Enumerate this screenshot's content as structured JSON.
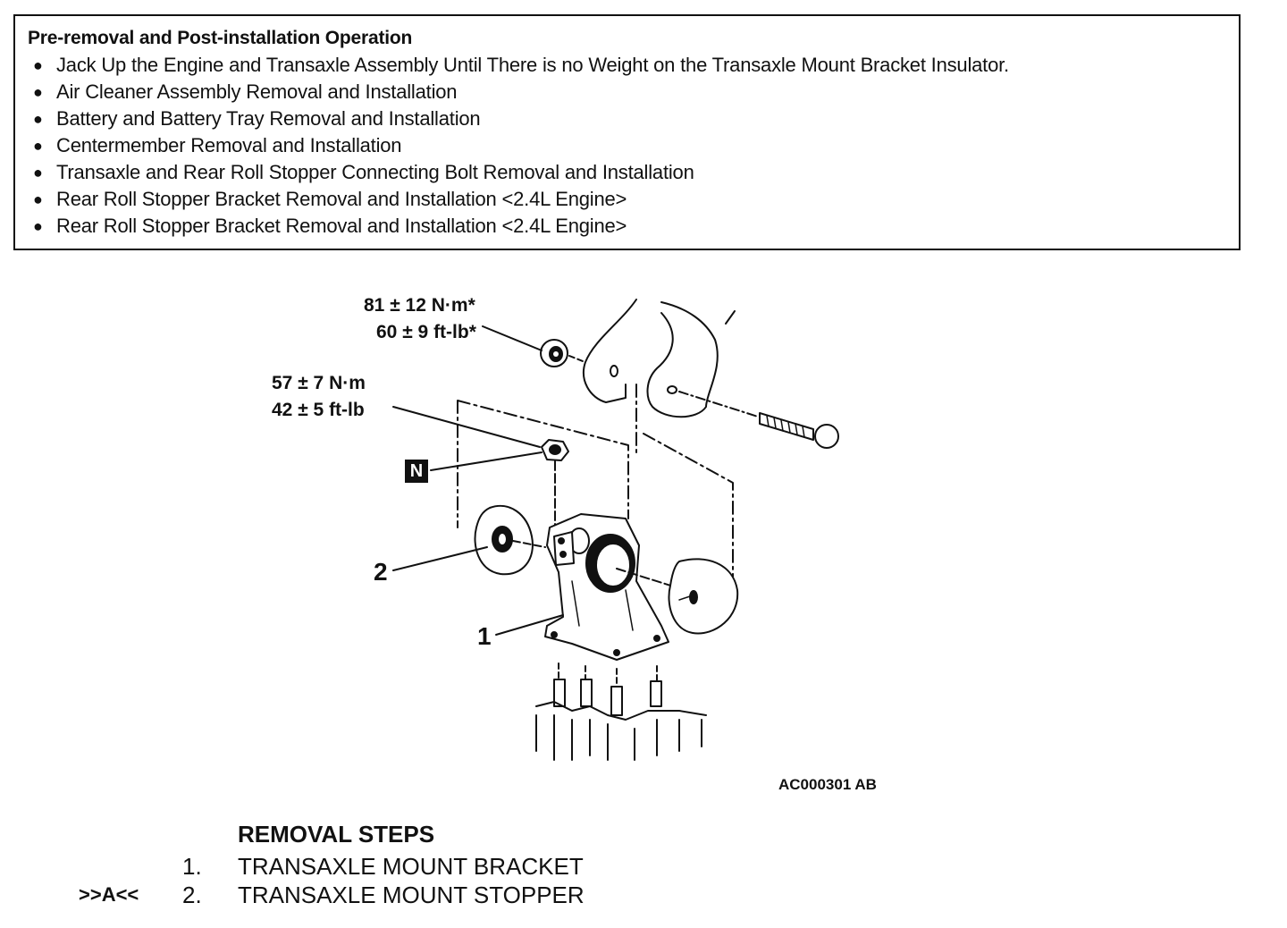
{
  "pre_operation": {
    "title": "Pre-removal and Post-installation Operation",
    "items": [
      "Jack Up the Engine and Transaxle Assembly Until There is no Weight on the Transaxle Mount Bracket Insulator.",
      "Air Cleaner Assembly Removal and Installation",
      "Battery and Battery Tray Removal and Installation",
      "Centermember Removal and Installation",
      "Transaxle and Rear Roll Stopper Connecting Bolt Removal and Installation",
      "Rear Roll Stopper Bracket Removal and Installation <2.4L Engine>",
      "Rear Roll Stopper Bracket Removal and Installation <2.4L Engine>"
    ]
  },
  "diagram": {
    "torque_top_nm": "81 ± 12 N·m*",
    "torque_top_ftlb": "60 ± 9 ft-lb*",
    "torque_mid_nm": "57 ± 7 N·m",
    "torque_mid_ftlb": "42 ± 5 ft-lb",
    "n_badge": "N",
    "part_1": "1",
    "part_2": "2",
    "figure_id": "AC000301 AB"
  },
  "removal_steps": {
    "title": "REMOVAL STEPS",
    "steps": [
      {
        "ref": "",
        "number": "1.",
        "label": "TRANSAXLE MOUNT BRACKET"
      },
      {
        "ref": ">>A<<",
        "number": "2.",
        "label": "TRANSAXLE MOUNT STOPPER"
      }
    ]
  }
}
